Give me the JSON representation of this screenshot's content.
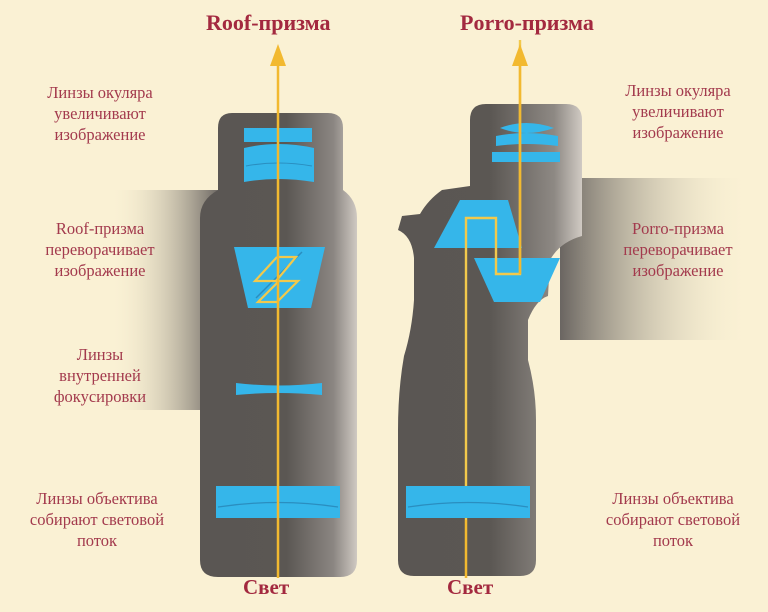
{
  "titles": {
    "roof": "Roof-призма",
    "porro": "Porro-призма"
  },
  "light": {
    "left": "Свет",
    "right": "Свет"
  },
  "left_labels": {
    "eyepiece": "Линзы окуляра\nувеличивают\nизображение",
    "prism": "Roof-призма\nпереворачивает\nизображение",
    "focus": "Линзы\nвнутренней\nфокусировки",
    "objective": "Линзы объектива\nсобирают световой\nпоток"
  },
  "right_labels": {
    "eyepiece": "Линзы окуляра\nувеличивают\nизображение",
    "prism": "Porro-призма\nпереворачивает\nизображение",
    "objective": "Линзы объектива\nсобирают световой\nпоток"
  },
  "colors": {
    "background": "#faf1d4",
    "body": "#5a5653",
    "lens": "#35b6ea",
    "light_ray": "#f2b930",
    "text": "#a33a4d"
  }
}
